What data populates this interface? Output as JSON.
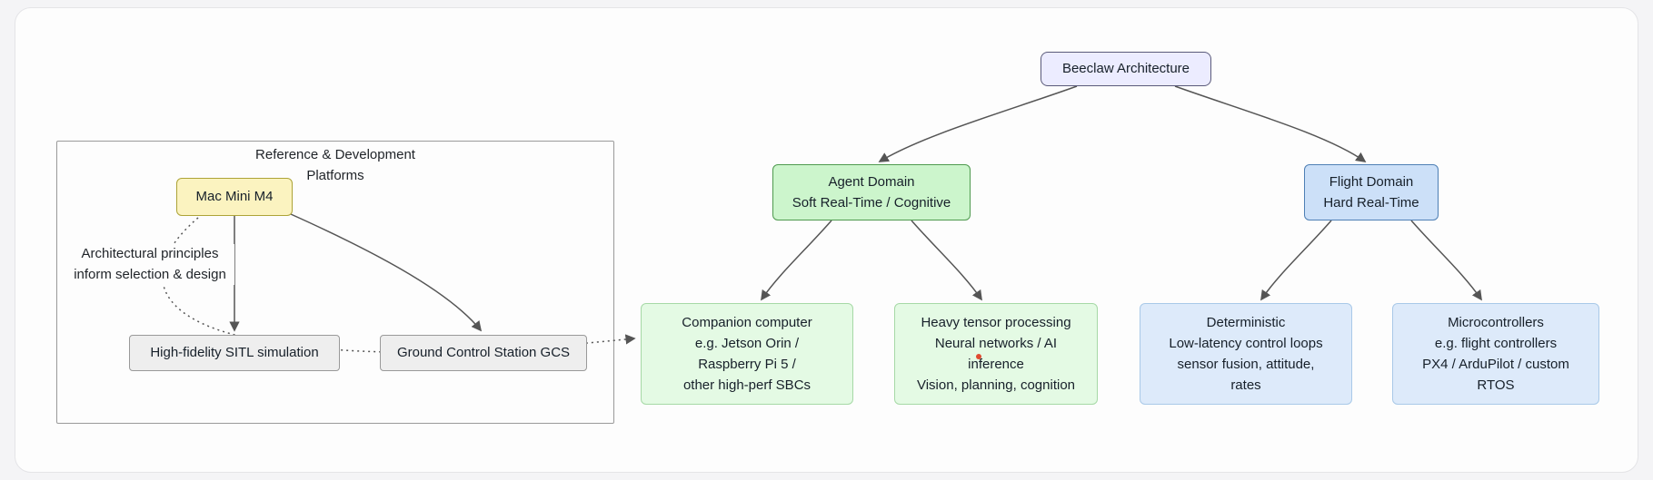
{
  "diagram": {
    "root": {
      "label": "Beeclaw Architecture"
    },
    "branches": {
      "agent_domain": {
        "label": "Agent Domain\nSoft Real-Time / Cognitive"
      },
      "flight_domain": {
        "label": "Flight Domain\nHard Real-Time"
      }
    },
    "leaves": {
      "companion_computer": {
        "label": "Companion computer\ne.g. Jetson Orin /\nRaspberry Pi 5 /\nother high-perf SBCs"
      },
      "tensor_processing": {
        "label": "Heavy tensor processing\nNeural networks / AI\ninference\nVision, planning, cognition"
      },
      "deterministic": {
        "label": "Deterministic\nLow-latency control loops\nsensor fusion, attitude,\nrates"
      },
      "microcontrollers": {
        "label": "Microcontrollers\ne.g. flight controllers\nPX4 / ArduPilot / custom\nRTOS"
      }
    },
    "reference_platforms": {
      "title": "Reference & Development\nPlatforms",
      "mac_mini": {
        "label": "Mac Mini M4"
      },
      "sitl": {
        "label": "High-fidelity SITL simulation"
      },
      "gcs": {
        "label": "Ground Control Station GCS"
      },
      "edge_label": "Architectural principles\ninform selection & design"
    },
    "colors": {
      "root_fill": "#ECECFF",
      "root_border": "#5a5a7a",
      "agent_fill": "#ccf5cc",
      "agent_border": "#4e9a4e",
      "flight_fill": "#cce0f8",
      "flight_border": "#4e7fb5",
      "leaf_green_fill": "#e4fae4",
      "leaf_green_border": "#a6d9a6",
      "leaf_blue_fill": "#ddeafa",
      "leaf_blue_border": "#a9c9e8",
      "mac_fill": "#fbf3c0",
      "mac_border": "#ada437",
      "gray_fill": "#eeeeee",
      "gray_border": "#999999",
      "edge_color": "#555555",
      "red_dot": "#e04b30"
    }
  }
}
